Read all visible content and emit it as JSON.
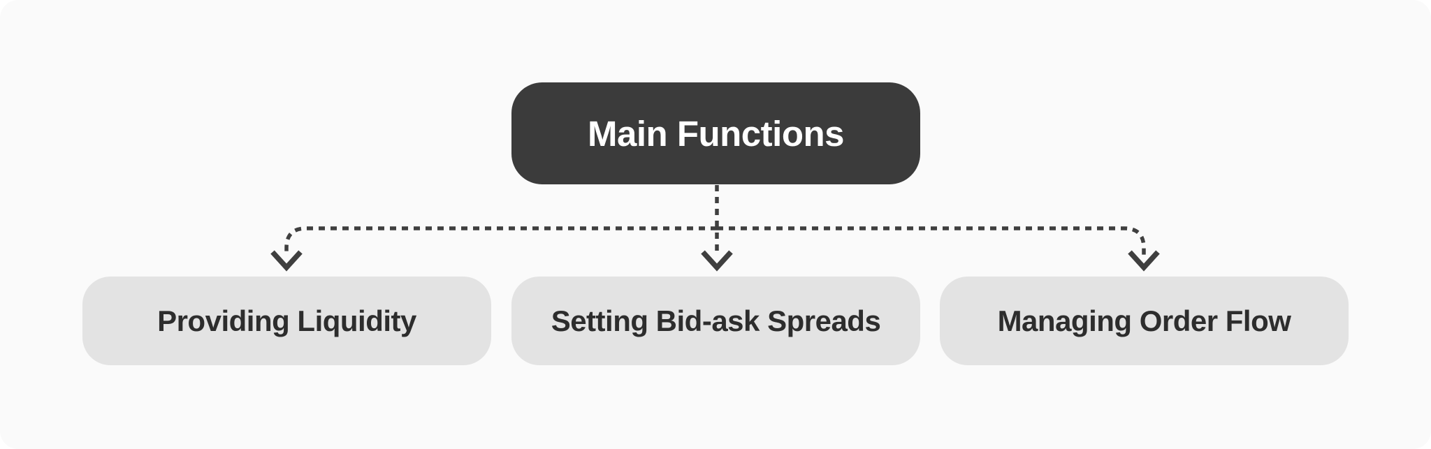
{
  "diagram": {
    "root": {
      "label": "Main Functions"
    },
    "children": [
      {
        "label": "Providing Liquidity"
      },
      {
        "label": "Setting Bid-ask Spreads"
      },
      {
        "label": "Managing Order Flow"
      }
    ]
  },
  "colors": {
    "page_bg": "#ffffff",
    "canvas_bg": "#fafafa",
    "root_box_bg": "#3b3b3b",
    "root_box_text": "#ffffff",
    "child_box_bg": "#e3e3e3",
    "child_box_text": "#2d2d2d",
    "connector": "#3f3f3f"
  }
}
